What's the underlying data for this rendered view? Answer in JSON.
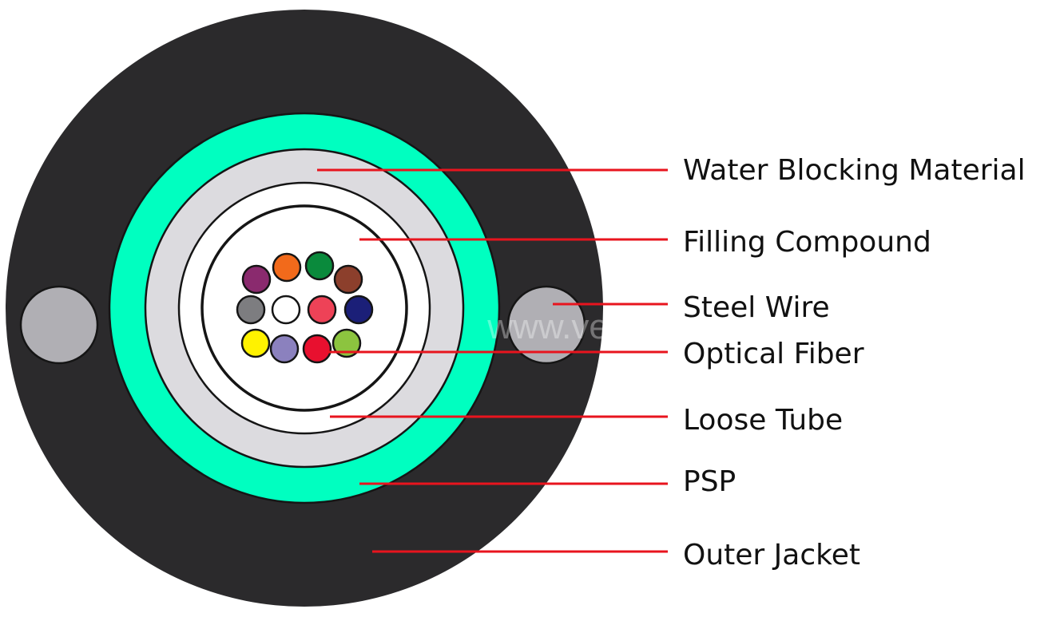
{
  "colors": {
    "outer_jacket": "#2b2a2c",
    "psp": "#00ffc0",
    "water_blocking": "#dcdbdf",
    "loose_tube": "#ffffff",
    "steel_wire": "#b0afb4",
    "outline": "#151515",
    "leader": "#e8141e"
  },
  "labels": {
    "water_blocking": "Water Blocking Material",
    "filling_compound": "Filling Compound",
    "steel_wire": "Steel Wire",
    "optical_fiber": "Optical Fiber",
    "loose_tube": "Loose Tube",
    "psp": "PSP",
    "outer_jacket": "Outer Jacket"
  },
  "watermark": "www.veivot.com",
  "fibers": [
    {
      "name": "violet",
      "color": "#8a2a6e"
    },
    {
      "name": "orange",
      "color": "#f26a1b"
    },
    {
      "name": "green",
      "color": "#0a8a3c"
    },
    {
      "name": "brown",
      "color": "#8c3f2c"
    },
    {
      "name": "slate",
      "color": "#7d7d80"
    },
    {
      "name": "white",
      "color": "#ffffff"
    },
    {
      "name": "rose",
      "color": "#ee4257"
    },
    {
      "name": "blue",
      "color": "#1b1f78"
    },
    {
      "name": "yellow",
      "color": "#fff200"
    },
    {
      "name": "lavender",
      "color": "#8b81be"
    },
    {
      "name": "red",
      "color": "#e8102f"
    },
    {
      "name": "lime",
      "color": "#8cc43f"
    }
  ]
}
